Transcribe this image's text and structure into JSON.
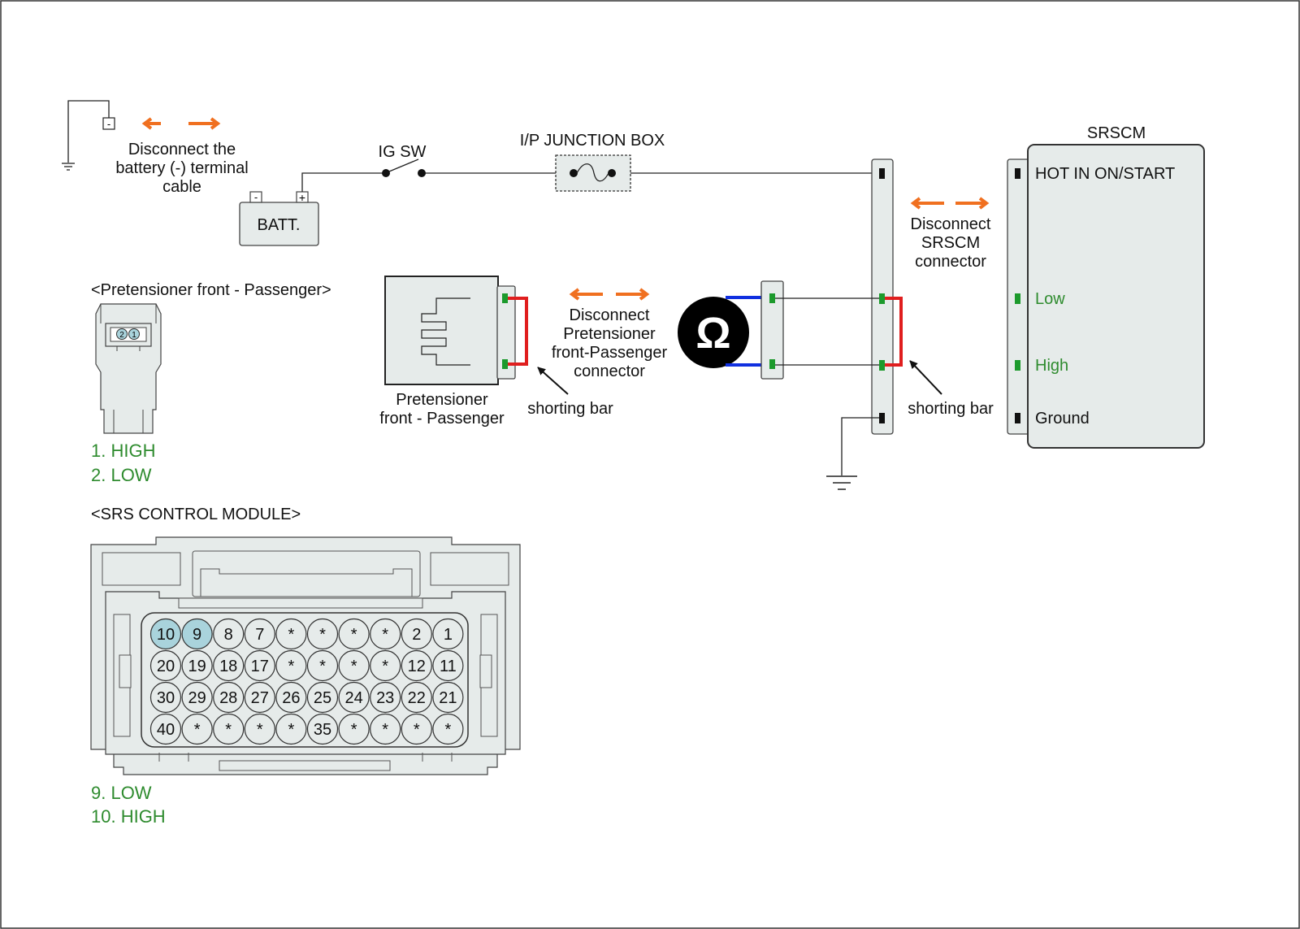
{
  "battery": {
    "minus": "-",
    "plus": "+",
    "label": "BATT.",
    "disconnect": [
      "Disconnect the",
      "battery (-) terminal",
      "cable"
    ]
  },
  "ig_sw": "IG SW",
  "junction_box": "I/P JUNCTION BOX",
  "srscm": {
    "title": "SRSCM",
    "pins": [
      "HOT IN ON/START",
      "Low",
      "High",
      "Ground"
    ],
    "disconnect": [
      "Disconnect",
      "SRSCM",
      "connector"
    ]
  },
  "pretensioner": {
    "header": "<Pretensioner front - Passenger>",
    "name": [
      "Pretensioner",
      "front - Passenger"
    ],
    "disconnect": [
      "Disconnect",
      "Pretensioner",
      "front-Passenger",
      "connector"
    ],
    "connector_pins": [
      "2",
      "1"
    ],
    "pin_legend": [
      "1. HIGH",
      "2. LOW"
    ]
  },
  "meter_symbol": "Ω",
  "shorting_bar_label": "shorting bar",
  "module": {
    "header": "<SRS CONTROL MODULE>",
    "rows": [
      [
        "10",
        "9",
        "8",
        "7",
        "*",
        "*",
        "*",
        "*",
        "2",
        "1"
      ],
      [
        "20",
        "19",
        "18",
        "17",
        "*",
        "*",
        "*",
        "*",
        "12",
        "11"
      ],
      [
        "30",
        "29",
        "28",
        "27",
        "26",
        "25",
        "24",
        "23",
        "22",
        "21"
      ],
      [
        "40",
        "*",
        "*",
        "*",
        "*",
        "35",
        "*",
        "*",
        "*",
        "*"
      ]
    ],
    "highlighted": [
      "10",
      "9"
    ],
    "pin_legend": [
      "9. LOW",
      "10. HIGH"
    ]
  },
  "colors": {
    "arrow": "#f07020",
    "legend_text": "#2e8b2e",
    "shorting_bar": "#e01e1e",
    "meter_lead": "#1030e0",
    "terminal": "#1c9a2c",
    "connector_fill": "#e6ebea",
    "highlight_pin": "#a9d3dc"
  }
}
